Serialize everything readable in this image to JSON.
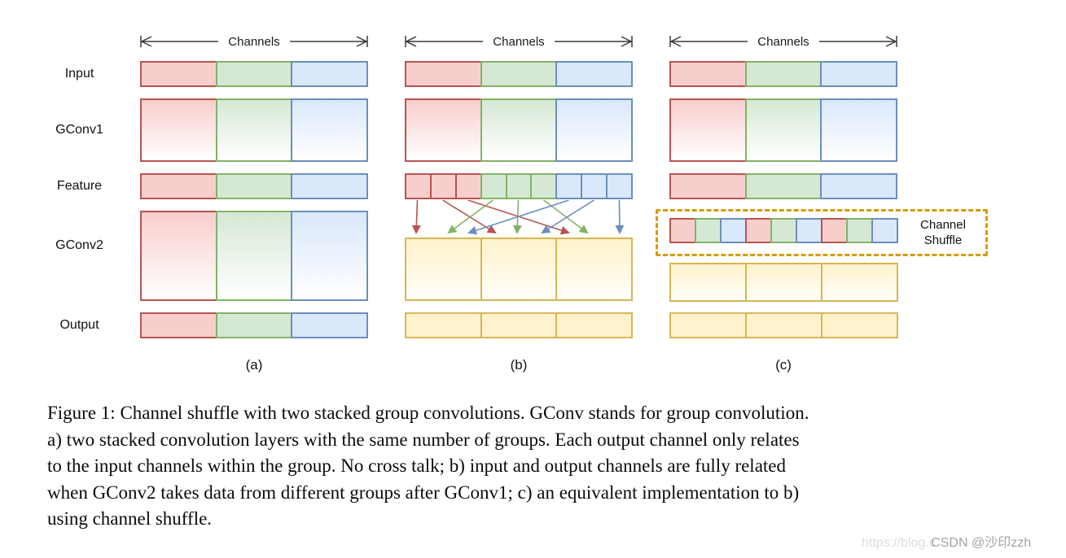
{
  "figure": {
    "row_labels": [
      "Input",
      "GConv1",
      "Feature",
      "GConv2",
      "Output"
    ],
    "panels": [
      {
        "label": "(a)",
        "channels_label": "Channels"
      },
      {
        "label": "(b)",
        "channels_label": "Channels"
      },
      {
        "label": "(c)",
        "channels_label": "Channels"
      }
    ],
    "channel_shuffle_label": "Channel Shuffle",
    "group_colors": [
      "red",
      "green",
      "blue"
    ],
    "panel_a": {
      "rows": "all rows split into 3 solid group blocks: red, green, blue; no cross-group connections"
    },
    "panel_b": {
      "feature_segments": [
        "red",
        "red",
        "red",
        "green",
        "green",
        "green",
        "blue",
        "blue",
        "blue"
      ],
      "arrow_mapping": [
        {
          "from": "red-1",
          "to": "block-1"
        },
        {
          "from": "red-2",
          "to": "block-2"
        },
        {
          "from": "red-3",
          "to": "block-3"
        },
        {
          "from": "green-1",
          "to": "block-1"
        },
        {
          "from": "green-2",
          "to": "block-2"
        },
        {
          "from": "green-3",
          "to": "block-3"
        },
        {
          "from": "blue-1",
          "to": "block-1"
        },
        {
          "from": "blue-2",
          "to": "block-2"
        },
        {
          "from": "blue-3",
          "to": "block-3"
        }
      ]
    },
    "panel_c": {
      "shuffled_segments": [
        "red",
        "green",
        "blue",
        "red",
        "green",
        "blue",
        "red",
        "green",
        "blue"
      ]
    }
  },
  "colors": {
    "red_fill": "#f8cecc",
    "red_border": "#b85450",
    "green_fill": "#d5e8d4",
    "green_border": "#82b366",
    "blue_fill": "#dae8fc",
    "blue_border": "#6c8ebf",
    "yellow_fill": "#fff2cc",
    "yellow_border": "#d6b656",
    "shuffle_box_border": "#d79b00"
  },
  "caption": {
    "lines": [
      "Figure 1: Channel shuffle with two stacked group convolutions. GConv stands for group convolution.",
      "a) two stacked convolution layers with the same number of groups. Each output channel only relates",
      "to the input channels within the group. No cross talk; b) input and output channels are fully related",
      "when GConv2 takes data from different groups after GConv1; c) an equivalent implementation to b)",
      "using channel shuffle."
    ]
  },
  "watermark": {
    "url_text": "https://blog.c",
    "handle_text": "CSDN @沙印zzh"
  }
}
